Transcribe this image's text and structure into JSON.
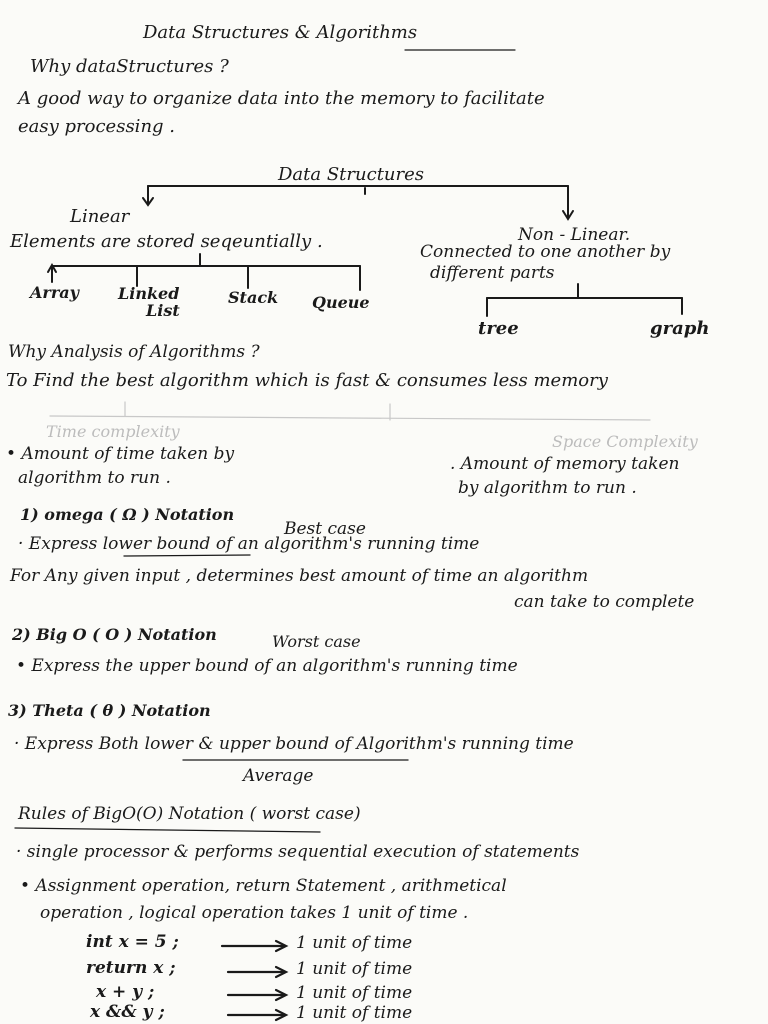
{
  "title": "Data   Structures   &   Algorithms",
  "why_ds": {
    "heading": "Why  dataStructures ?",
    "line1": "A good  way  to  organize  data  into  the  memory  to  facilitate",
    "line2": "easy  processing ."
  },
  "tree": {
    "root": "Data  Structures",
    "linear": {
      "label": "Linear",
      "desc": "Elements  are  stored  seqeuntially .",
      "children": [
        "Array",
        "Linked",
        "List",
        "Stack",
        "Queue"
      ]
    },
    "nonlinear": {
      "label": "Non - Linear.",
      "desc1": "Connected  to  one  another  by",
      "desc2": "different  parts",
      "children": [
        "tree",
        "graph"
      ]
    }
  },
  "why_analysis": {
    "heading": "Why  Analysis  of  Algorithms ?",
    "line1": "To  Find  the  best  algorithm  which  is  fast  &  consumes  less  memory",
    "time_label": "Time  complexity",
    "space_label": "Space  Complexity",
    "time_desc1": "• Amount  of  time  taken  by",
    "time_desc2": "algorithm  to  run .",
    "space_desc1": ". Amount  of  memory  taken",
    "space_desc2": "by  algorithm  to  run ."
  },
  "omega": {
    "heading": "1)  omega  ( Ω )  Notation",
    "case": "Best  case",
    "bullet": "· Express  lower  bound  of  an  algorithm's   running  time",
    "line2": "For  Any  given  input ,  determines  best  amount  of  time  an  algorithm",
    "line3": "can  take  to  complete"
  },
  "bigo": {
    "heading": "2)  Big  O ( O )  Notation",
    "case": "Worst  case",
    "bullet": "• Express  the  upper  bound  of  an  algorithm's  running  time"
  },
  "theta": {
    "heading": "3)  Theta ( θ )  Notation",
    "bullet": "· Express  Both  lower  &  upper  bound  of  Algorithm's   running  time",
    "case": "Average"
  },
  "rules": {
    "heading": "Rules  of  BigO(O)  Notation ( worst  case)",
    "bullet1": "· single  processor  &  performs  sequential  execution  of  statements",
    "bullet2a": "• Assignment  operation,  return  Statement , arithmetical",
    "bullet2b": "operation ,  logical  operation  takes  1  unit  of  time .",
    "examples": [
      {
        "code": "int x = 5 ;",
        "cost": "1  unit  of  time"
      },
      {
        "code": "return  x ;",
        "cost": "1  unit  of  time"
      },
      {
        "code": "x + y ;",
        "cost": "1  unit  of  time"
      },
      {
        "code": "x && y ;",
        "cost": "1  unit  of  time"
      }
    ]
  }
}
